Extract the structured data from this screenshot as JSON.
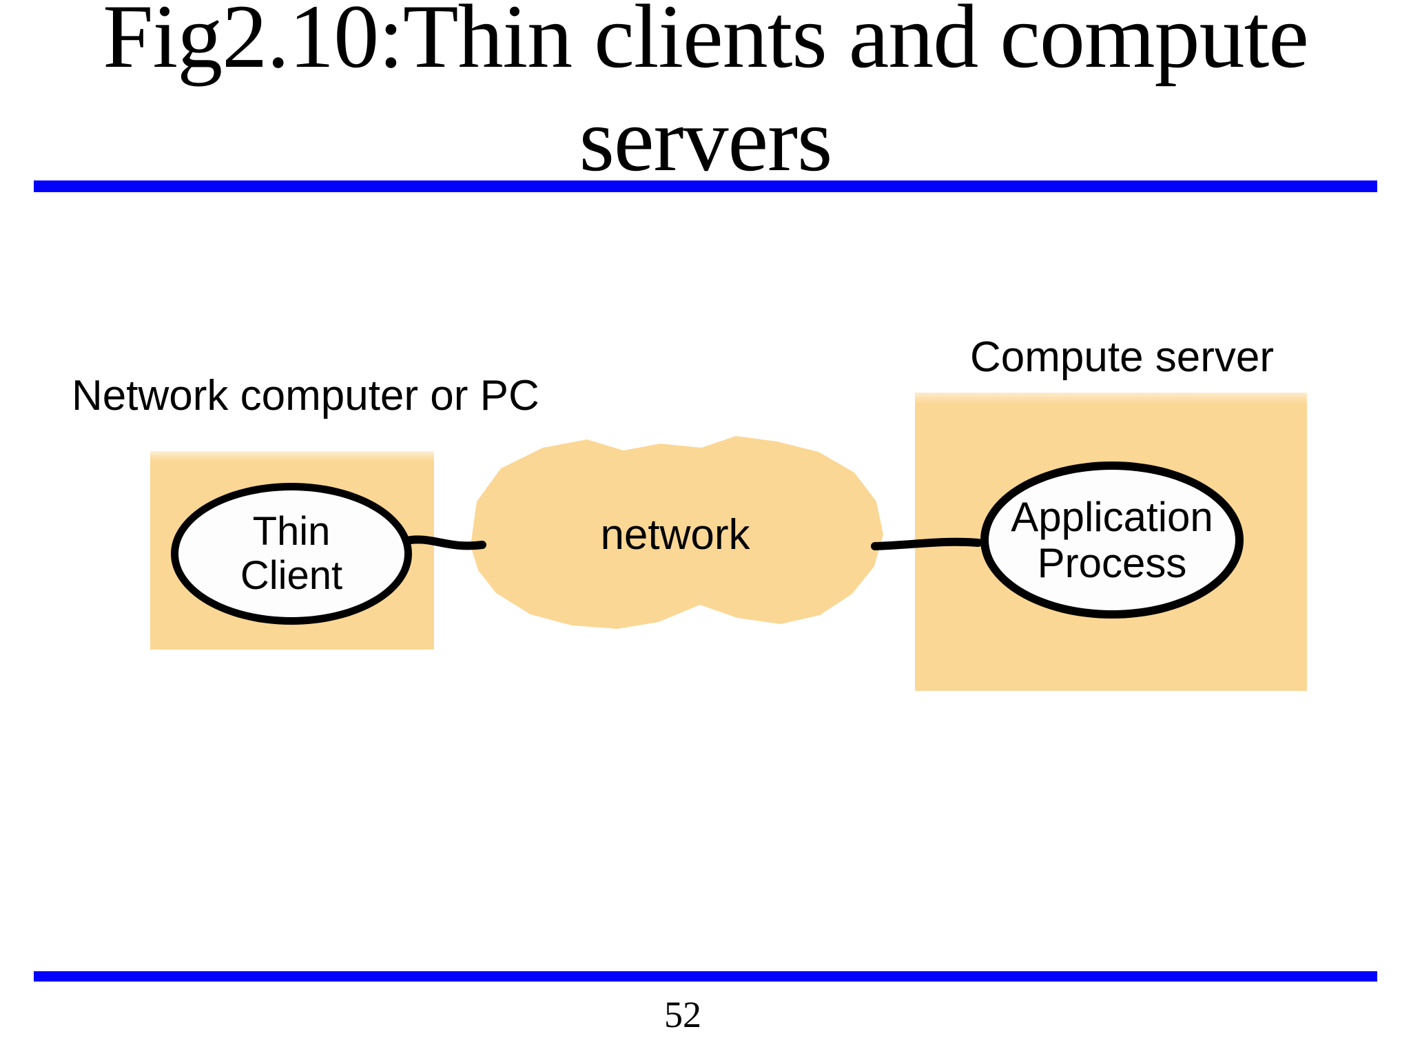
{
  "slide": {
    "title": "Fig2.10:Thin clients and compute\nservers",
    "page_number": "52"
  },
  "diagram": {
    "left_box_label": "Network computer or PC",
    "right_box_label": "Compute server",
    "thin_client": "Thin\nClient",
    "application_process": "Application\nProcess",
    "network": "network"
  },
  "colors": {
    "accent_blue": "#0202FD",
    "shape_fill": "#FBD795",
    "outline": "#000000",
    "text": "#000000",
    "background": "#FFFFFF"
  }
}
